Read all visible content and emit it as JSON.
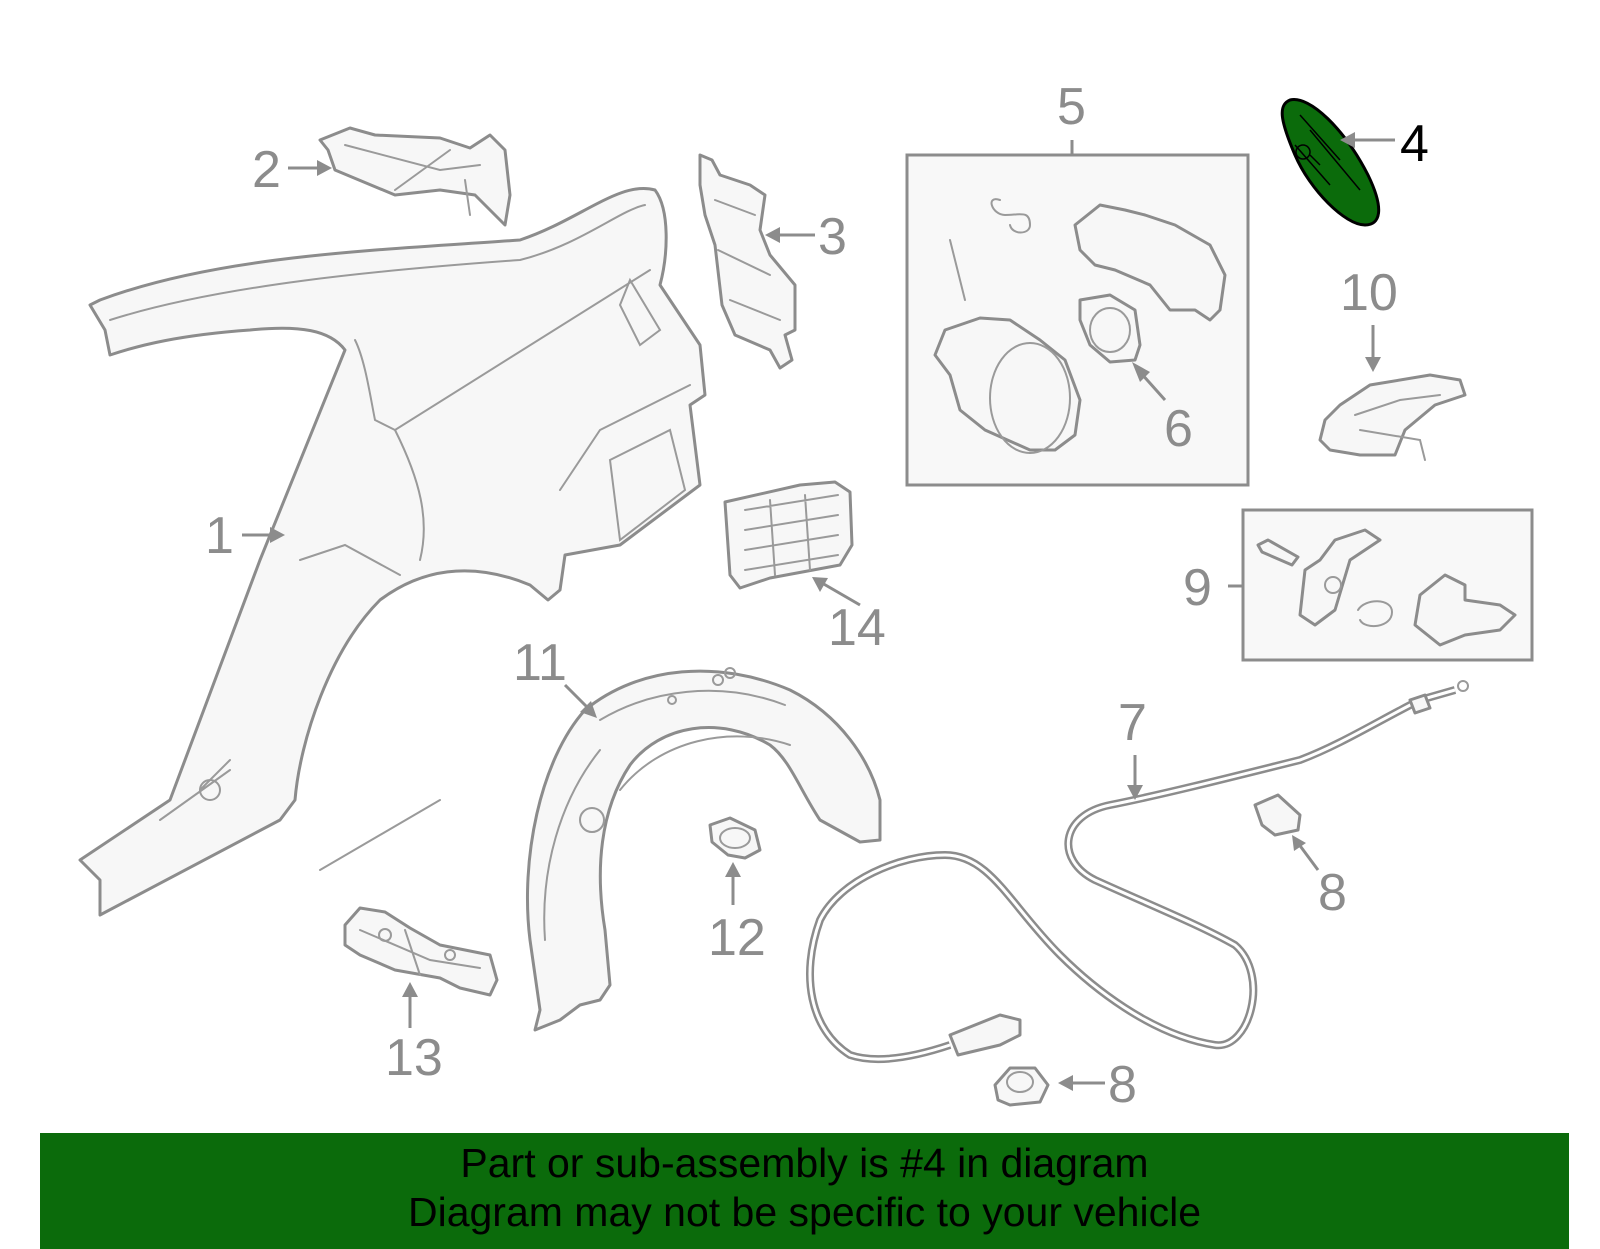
{
  "callouts": {
    "c1": "1",
    "c2": "2",
    "c3": "3",
    "c4": "4",
    "c5": "5",
    "c6": "6",
    "c7": "7",
    "c8a": "8",
    "c8b": "8",
    "c9": "9",
    "c10": "10",
    "c11": "11",
    "c12": "12",
    "c13": "13",
    "c14": "14"
  },
  "highlight": {
    "part": "4",
    "color": "#0b6b0b"
  },
  "footer": {
    "line1": "Part or sub-assembly is #4 in diagram",
    "line2": "Diagram may not be specific to your vehicle",
    "background": "#0b6b0b"
  }
}
